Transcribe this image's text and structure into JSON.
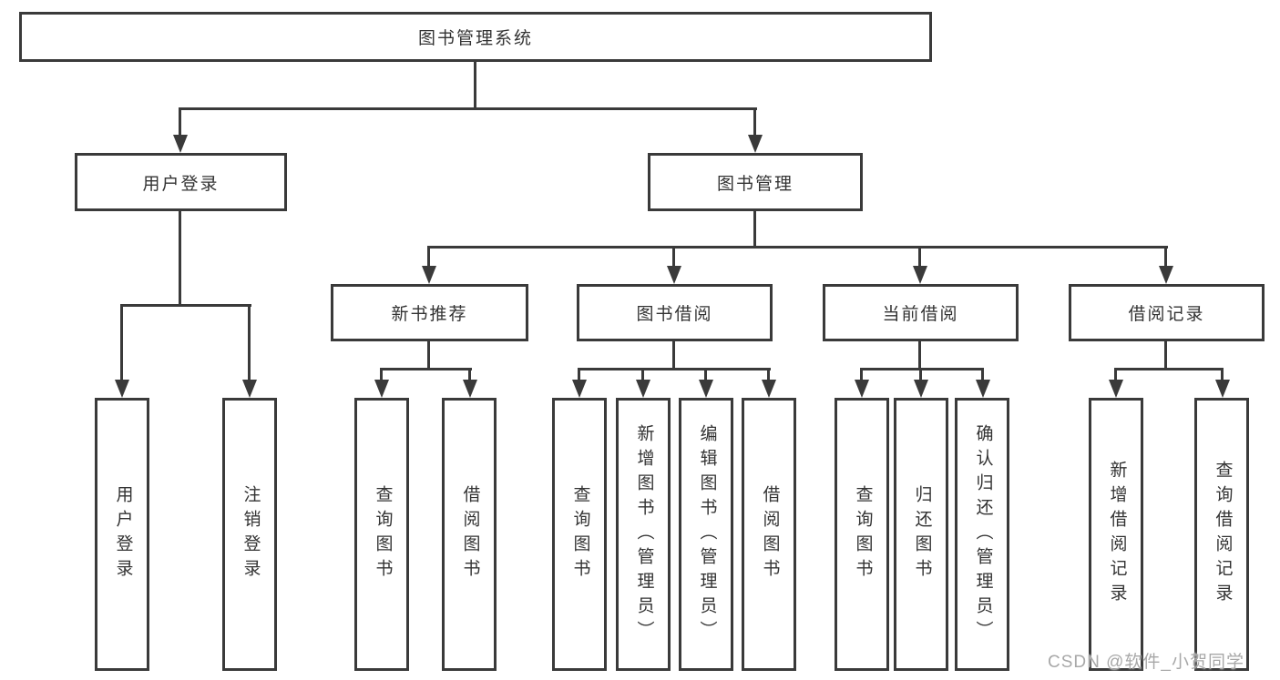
{
  "tree": {
    "root": "图书管理系统",
    "children": [
      {
        "label": "用户登录",
        "children": [
          "用户登录",
          "注销登录"
        ]
      },
      {
        "label": "图书管理",
        "children": [
          {
            "label": "新书推荐",
            "children": [
              "查询图书",
              "借阅图书"
            ]
          },
          {
            "label": "图书借阅",
            "children": [
              "查询图书",
              "新增图书（管理员）",
              "编辑图书（管理员）",
              "借阅图书"
            ]
          },
          {
            "label": "当前借阅",
            "children": [
              "查询图书",
              "归还图书",
              "确认归还（管理员）"
            ]
          },
          {
            "label": "借阅记录",
            "children": [
              "新增借阅记录",
              "查询借阅记录"
            ]
          }
        ]
      }
    ]
  },
  "watermark": {
    "text": "CSDN @软件_小贺同学"
  },
  "colors": {
    "line": "#3a3a3a",
    "text": "#333333",
    "watermark": "#a8a8a8",
    "background": "#ffffff"
  }
}
